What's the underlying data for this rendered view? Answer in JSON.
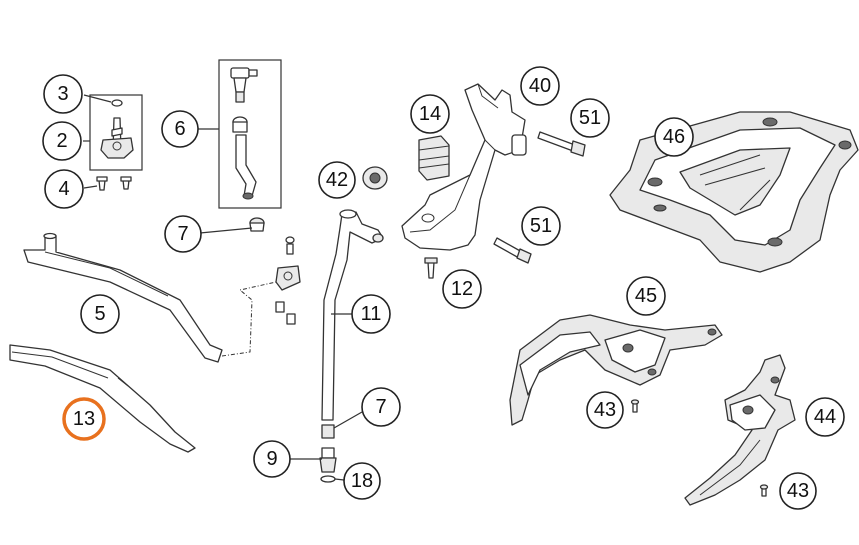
{
  "diagram": {
    "highlight_color": "#e8711e",
    "highlighted_part": "13",
    "callouts": [
      {
        "id": "c3",
        "label": "3"
      },
      {
        "id": "c2",
        "label": "2"
      },
      {
        "id": "c4",
        "label": "4"
      },
      {
        "id": "c6",
        "label": "6"
      },
      {
        "id": "c7a",
        "label": "7"
      },
      {
        "id": "c5",
        "label": "5"
      },
      {
        "id": "c13",
        "label": "13"
      },
      {
        "id": "c42",
        "label": "42"
      },
      {
        "id": "c11",
        "label": "11"
      },
      {
        "id": "c7b",
        "label": "7"
      },
      {
        "id": "c9",
        "label": "9"
      },
      {
        "id": "c18",
        "label": "18"
      },
      {
        "id": "c14",
        "label": "14"
      },
      {
        "id": "c40",
        "label": "40"
      },
      {
        "id": "c51a",
        "label": "51"
      },
      {
        "id": "c51b",
        "label": "51"
      },
      {
        "id": "c12",
        "label": "12"
      },
      {
        "id": "c46",
        "label": "46"
      },
      {
        "id": "c45",
        "label": "45"
      },
      {
        "id": "c43a",
        "label": "43"
      },
      {
        "id": "c44",
        "label": "44"
      },
      {
        "id": "c43b",
        "label": "43"
      }
    ]
  }
}
